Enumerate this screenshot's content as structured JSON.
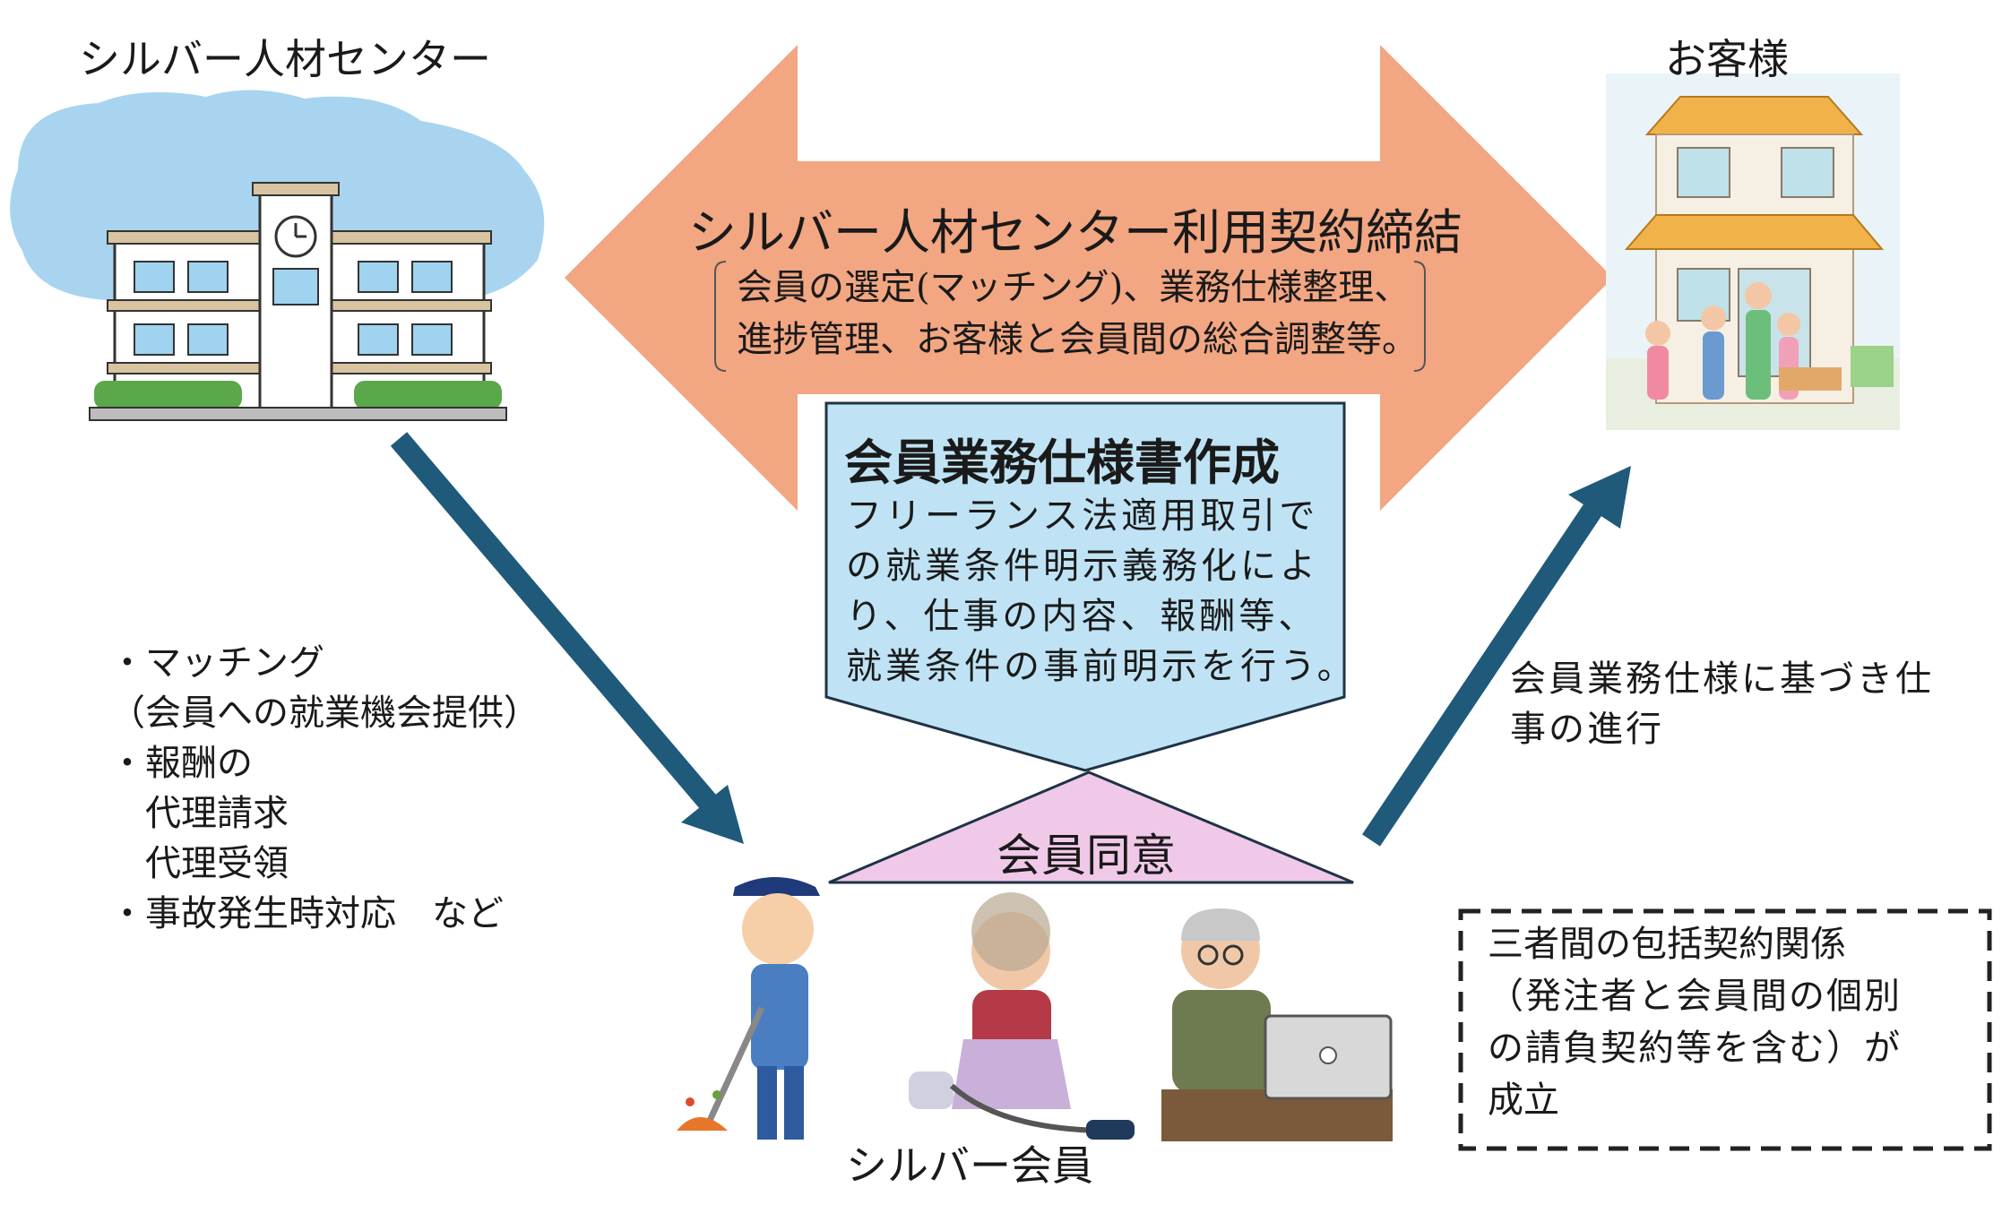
{
  "center_label": "シルバー人材センター",
  "customer_label": "お客様",
  "members_label": "シルバー会員",
  "contract": {
    "title": "シルバー人材センター利用契約締結",
    "detail_line1": "会員の選定(マッチング)、業務仕様整理、",
    "detail_line2": "進捗管理、お客様と会員間の総合調整等。"
  },
  "spec": {
    "title": "会員業務仕様書作成",
    "lines": [
      "フリーランス法適用取引で",
      "の就業条件明示義務化によ",
      "り、仕事の内容、報酬等、",
      "就業条件の事前明示を行う。"
    ]
  },
  "consent": "会員同意",
  "left_notes": [
    "・マッチング",
    "（会員への就業機会提供）",
    "・報酬の",
    "　代理請求",
    "　代理受領",
    "・事故発生時対応　など"
  ],
  "right_note": [
    "会員業務仕様に基づき仕",
    "事の進行"
  ],
  "box": [
    "三者間の包括契約関係",
    "（発注者と会員間の個別",
    "の請負契約等を含む）が",
    "成立"
  ],
  "colors": {
    "big_arrow": "#f2a682",
    "blue_arrow": "#1f5a7a",
    "spec_fill": "#bfe3f4",
    "consent_fill": "#f0c8e8"
  }
}
